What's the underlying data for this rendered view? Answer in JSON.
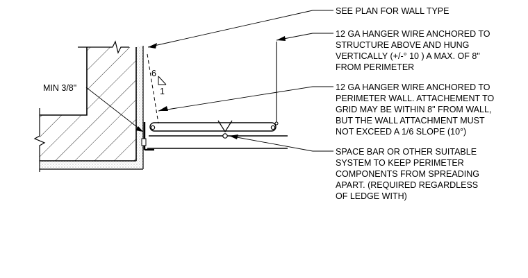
{
  "notes": {
    "wall_type": [
      "SEE PLAN FOR WALL TYPE"
    ],
    "hanger_vertical": [
      "12 GA HANGER WIRE ANCHORED TO",
      "STRUCTURE ABOVE AND HUNG",
      "VERTICALLY (+/-° 10 ) A MAX. OF 8\"",
      "FROM PERIMETER"
    ],
    "hanger_perimeter": [
      "12 GA HANGER WIRE ANCHORED TO",
      "PERIMETER WALL. ATTACHEMENT TO",
      "GRID MAY BE WITHIN 8\" FROM WALL,",
      "BUT THE WALL ATTACHMENT MUST",
      "NOT EXCEED A 1/6 SLOPE (10°)"
    ],
    "space_bar": [
      "SPACE BAR OR OTHER SUITABLE",
      "SYSTEM TO KEEP PERIMETER",
      "COMPONENTS FROM SPREADING",
      "APART. (REQUIRED REGARDLESS",
      "OF LEDGE WITH)"
    ],
    "min_gap": "MIN 3/8\""
  },
  "slope_symbol": {
    "rise": "6",
    "run": "1"
  }
}
